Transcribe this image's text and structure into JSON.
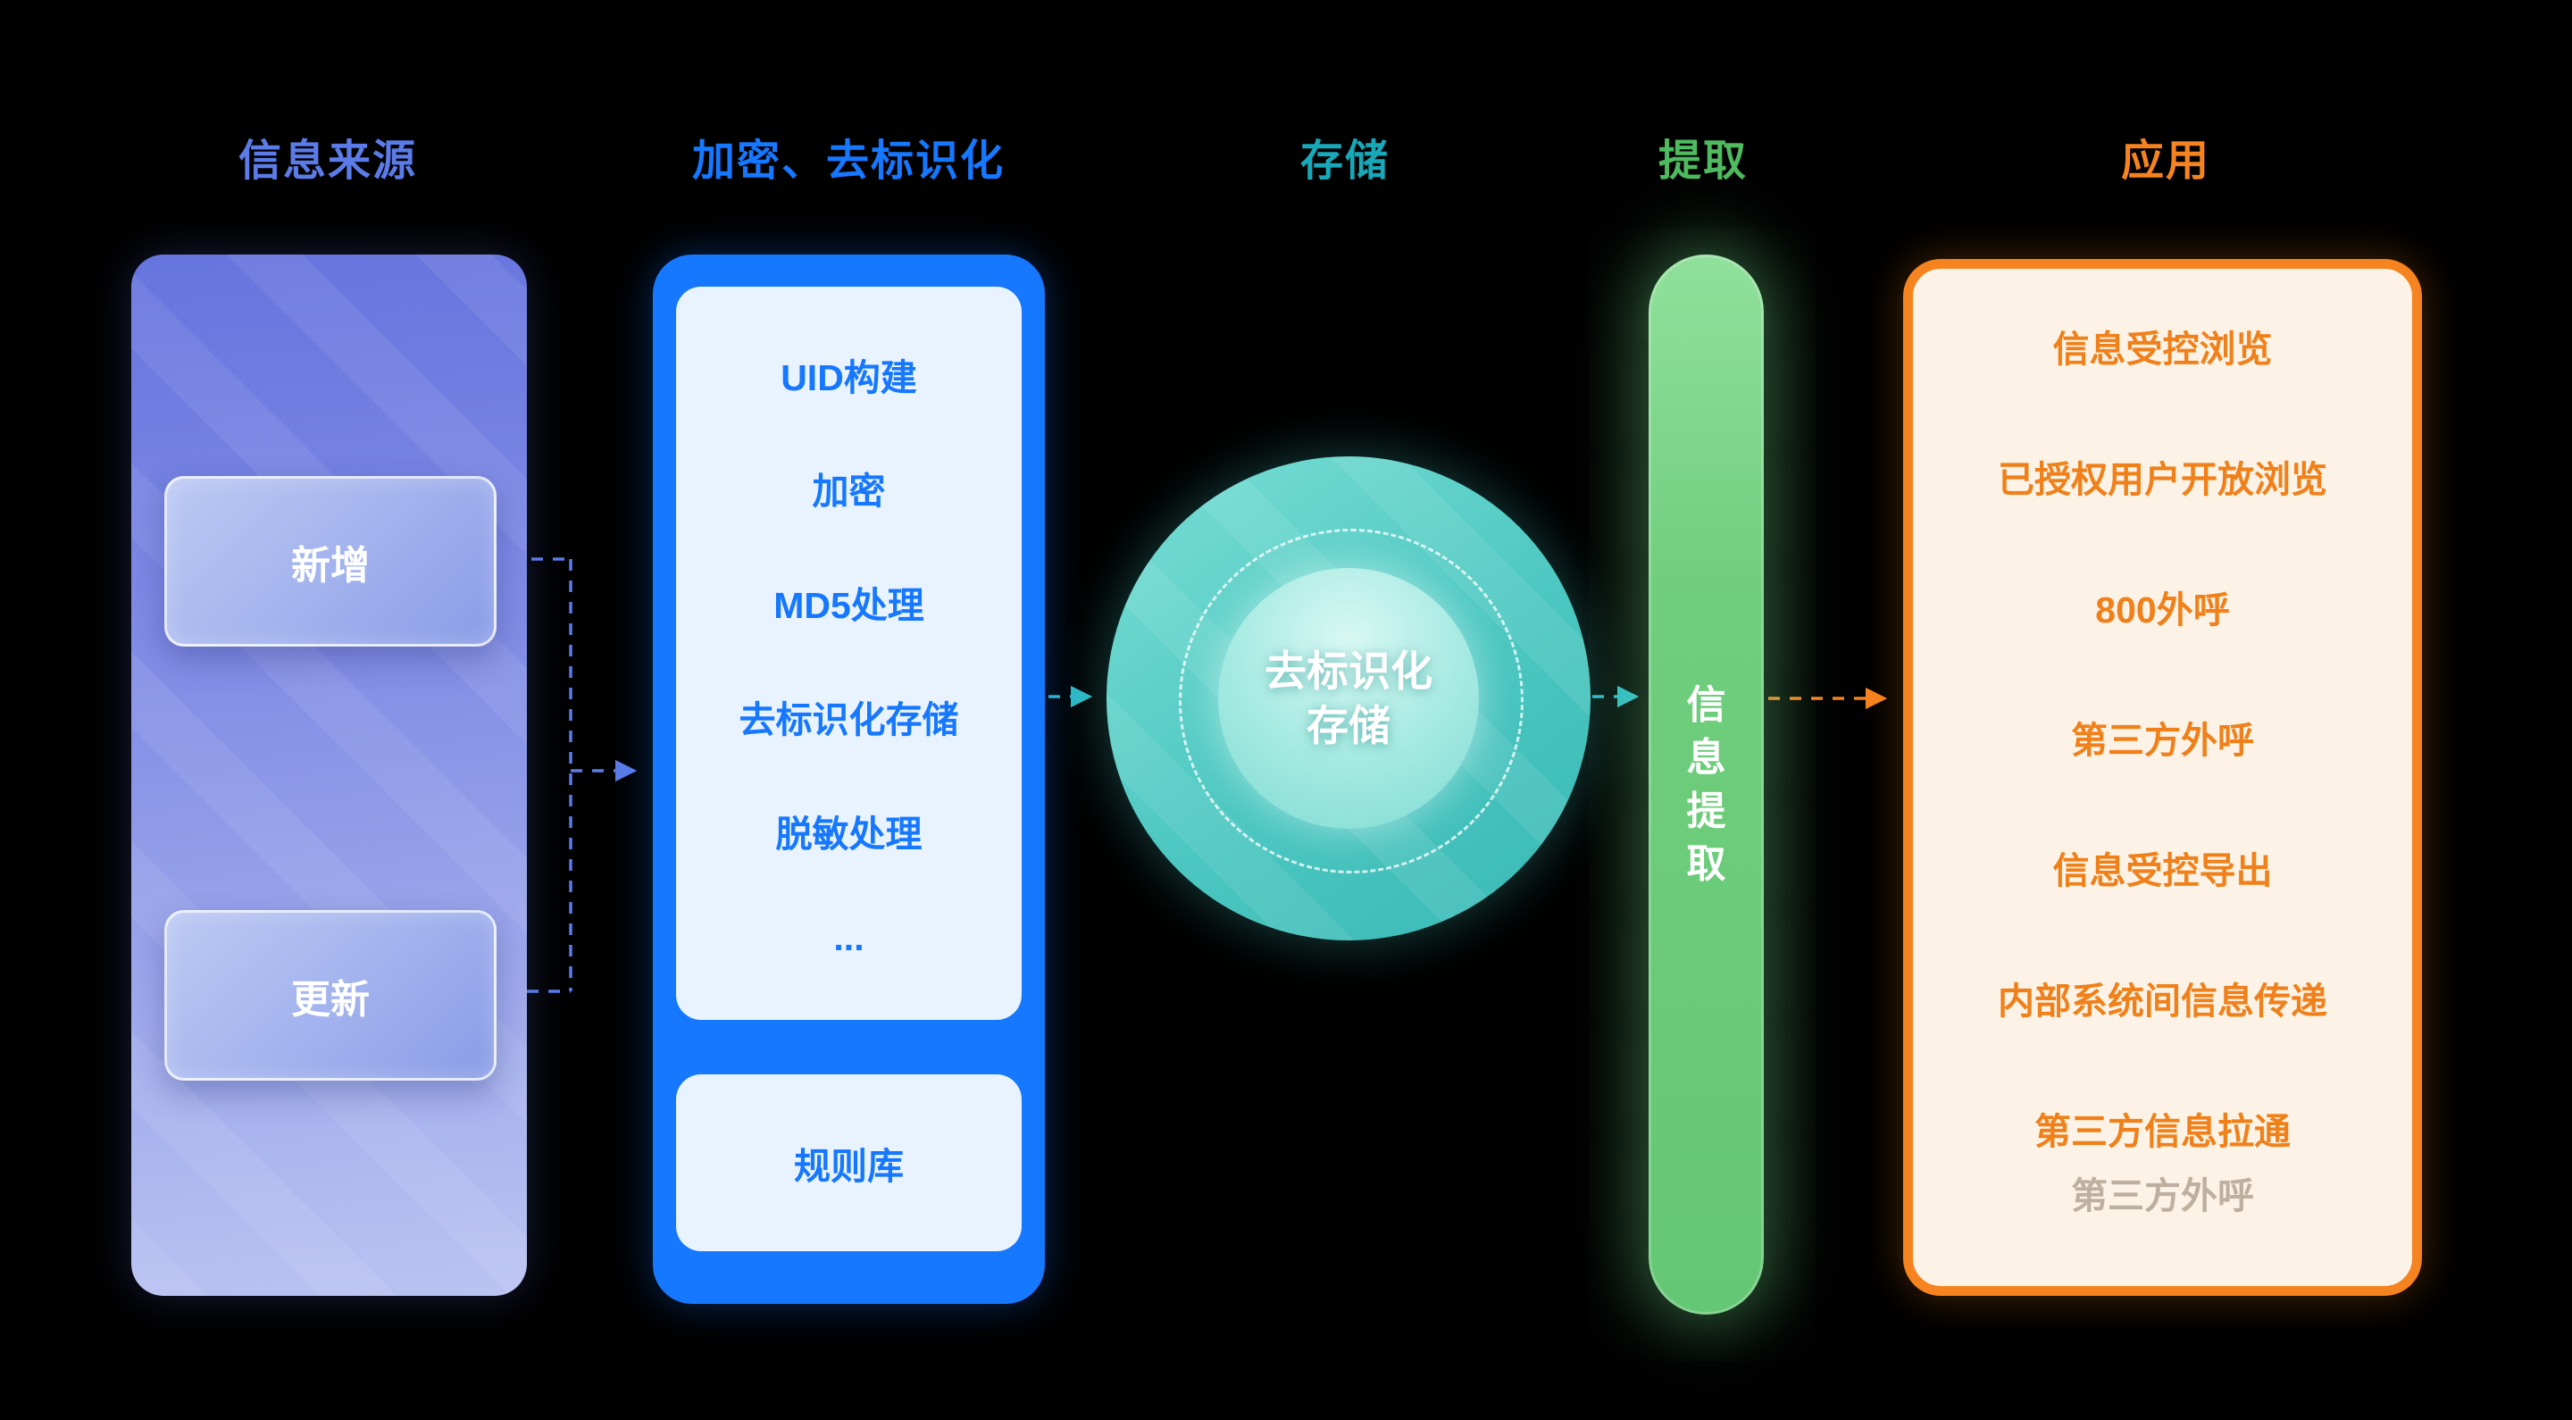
{
  "headers": [
    {
      "label": "信息来源",
      "color": "#5b7ce8"
    },
    {
      "label": "加密、去标识化",
      "color": "#1677ff"
    },
    {
      "label": "存储",
      "color": "#18a8b8"
    },
    {
      "label": "提取",
      "color": "#4fba5f"
    },
    {
      "label": "应用",
      "color": "#f5831f"
    }
  ],
  "source_panel": {
    "items": [
      {
        "label": "新增"
      },
      {
        "label": "更新"
      }
    ]
  },
  "encryption_panel": {
    "steps": [
      "UID构建",
      "加密",
      "MD5处理",
      "去标识化存储",
      "脱敏处理",
      "..."
    ],
    "rule_library": "规则库"
  },
  "storage_circle": {
    "line1": "去标识化",
    "line2": "存储"
  },
  "extraction_bar": {
    "label": "信息提取"
  },
  "application_panel": {
    "items": [
      "信息受控浏览",
      "已授权用户开放浏览",
      "800外呼",
      "第三方外呼",
      "信息受控导出",
      "内部系统间信息传递",
      "第三方信息拉通",
      "第三方外呼"
    ]
  },
  "colors": {
    "background": "#000000",
    "source_arrow": "#5b7ce8",
    "storage_arrow": "#2fb9c7",
    "application_arrow": "#f5831f",
    "encryption_panel_fill": "#1677ff",
    "application_panel_border": "#f5831f",
    "extraction_bar_fill": "#6fce7d"
  }
}
